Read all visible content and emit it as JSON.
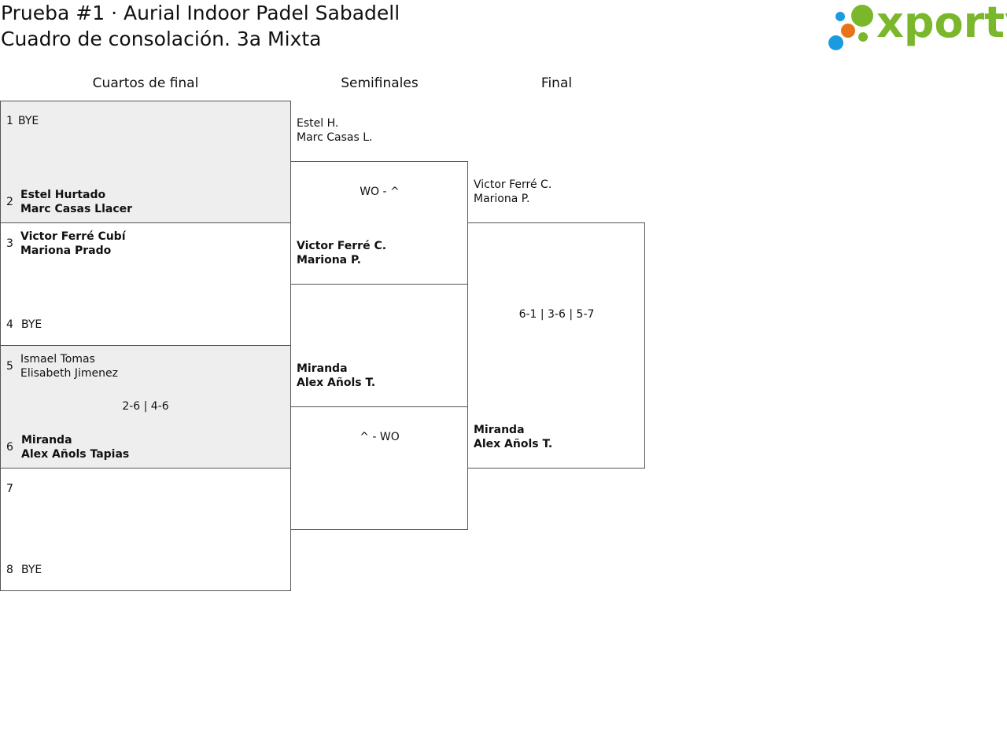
{
  "header": {
    "title": "Prueba #1 · Aurial Indoor Padel Sabadell",
    "subtitle": "Cuadro de consolación. 3a Mixta",
    "logo_text": "xporty",
    "logo_colors": {
      "green": "#7ab72b",
      "blue": "#1a9be0",
      "orange": "#e8741a"
    }
  },
  "rounds": {
    "quarterfinals": "Cuartos de final",
    "semifinals": "Semifinales",
    "final": "Final"
  },
  "quarterfinals": {
    "s1": {
      "num": "1",
      "p1": "BYE"
    },
    "s2": {
      "num": "2",
      "p1": "Estel Hurtado",
      "p2": "Marc Casas Llacer"
    },
    "s3": {
      "num": "3",
      "p1": "Victor Ferré Cubí",
      "p2": "Mariona Prado"
    },
    "s4": {
      "num": "4",
      "p1": "BYE"
    },
    "s5": {
      "num": "5",
      "p1": "Ismael Tomas",
      "p2": "Elisabeth Jimenez"
    },
    "s6": {
      "num": "6",
      "p1": "Miranda",
      "p2": "Alex Añols Tapias"
    },
    "s7": {
      "num": "7"
    },
    "s8": {
      "num": "8",
      "p1": "BYE"
    },
    "score_m3": "2-6 | 4-6"
  },
  "semifinals": {
    "m1_top": {
      "p1": "Estel H.",
      "p2": "Marc Casas L."
    },
    "m1_score": "WO - ^",
    "m1_bottom": {
      "p1": "Victor Ferré C.",
      "p2": "Mariona P."
    },
    "m2_top": {
      "p1": "Miranda",
      "p2": "Alex Añols T."
    },
    "m2_score": "^ - WO"
  },
  "final": {
    "top": {
      "p1": "Victor Ferré C.",
      "p2": "Mariona P."
    },
    "score": "6-1 | 3-6 | 5-7",
    "bottom": {
      "p1": "Miranda",
      "p2": "Alex Añols T."
    }
  }
}
